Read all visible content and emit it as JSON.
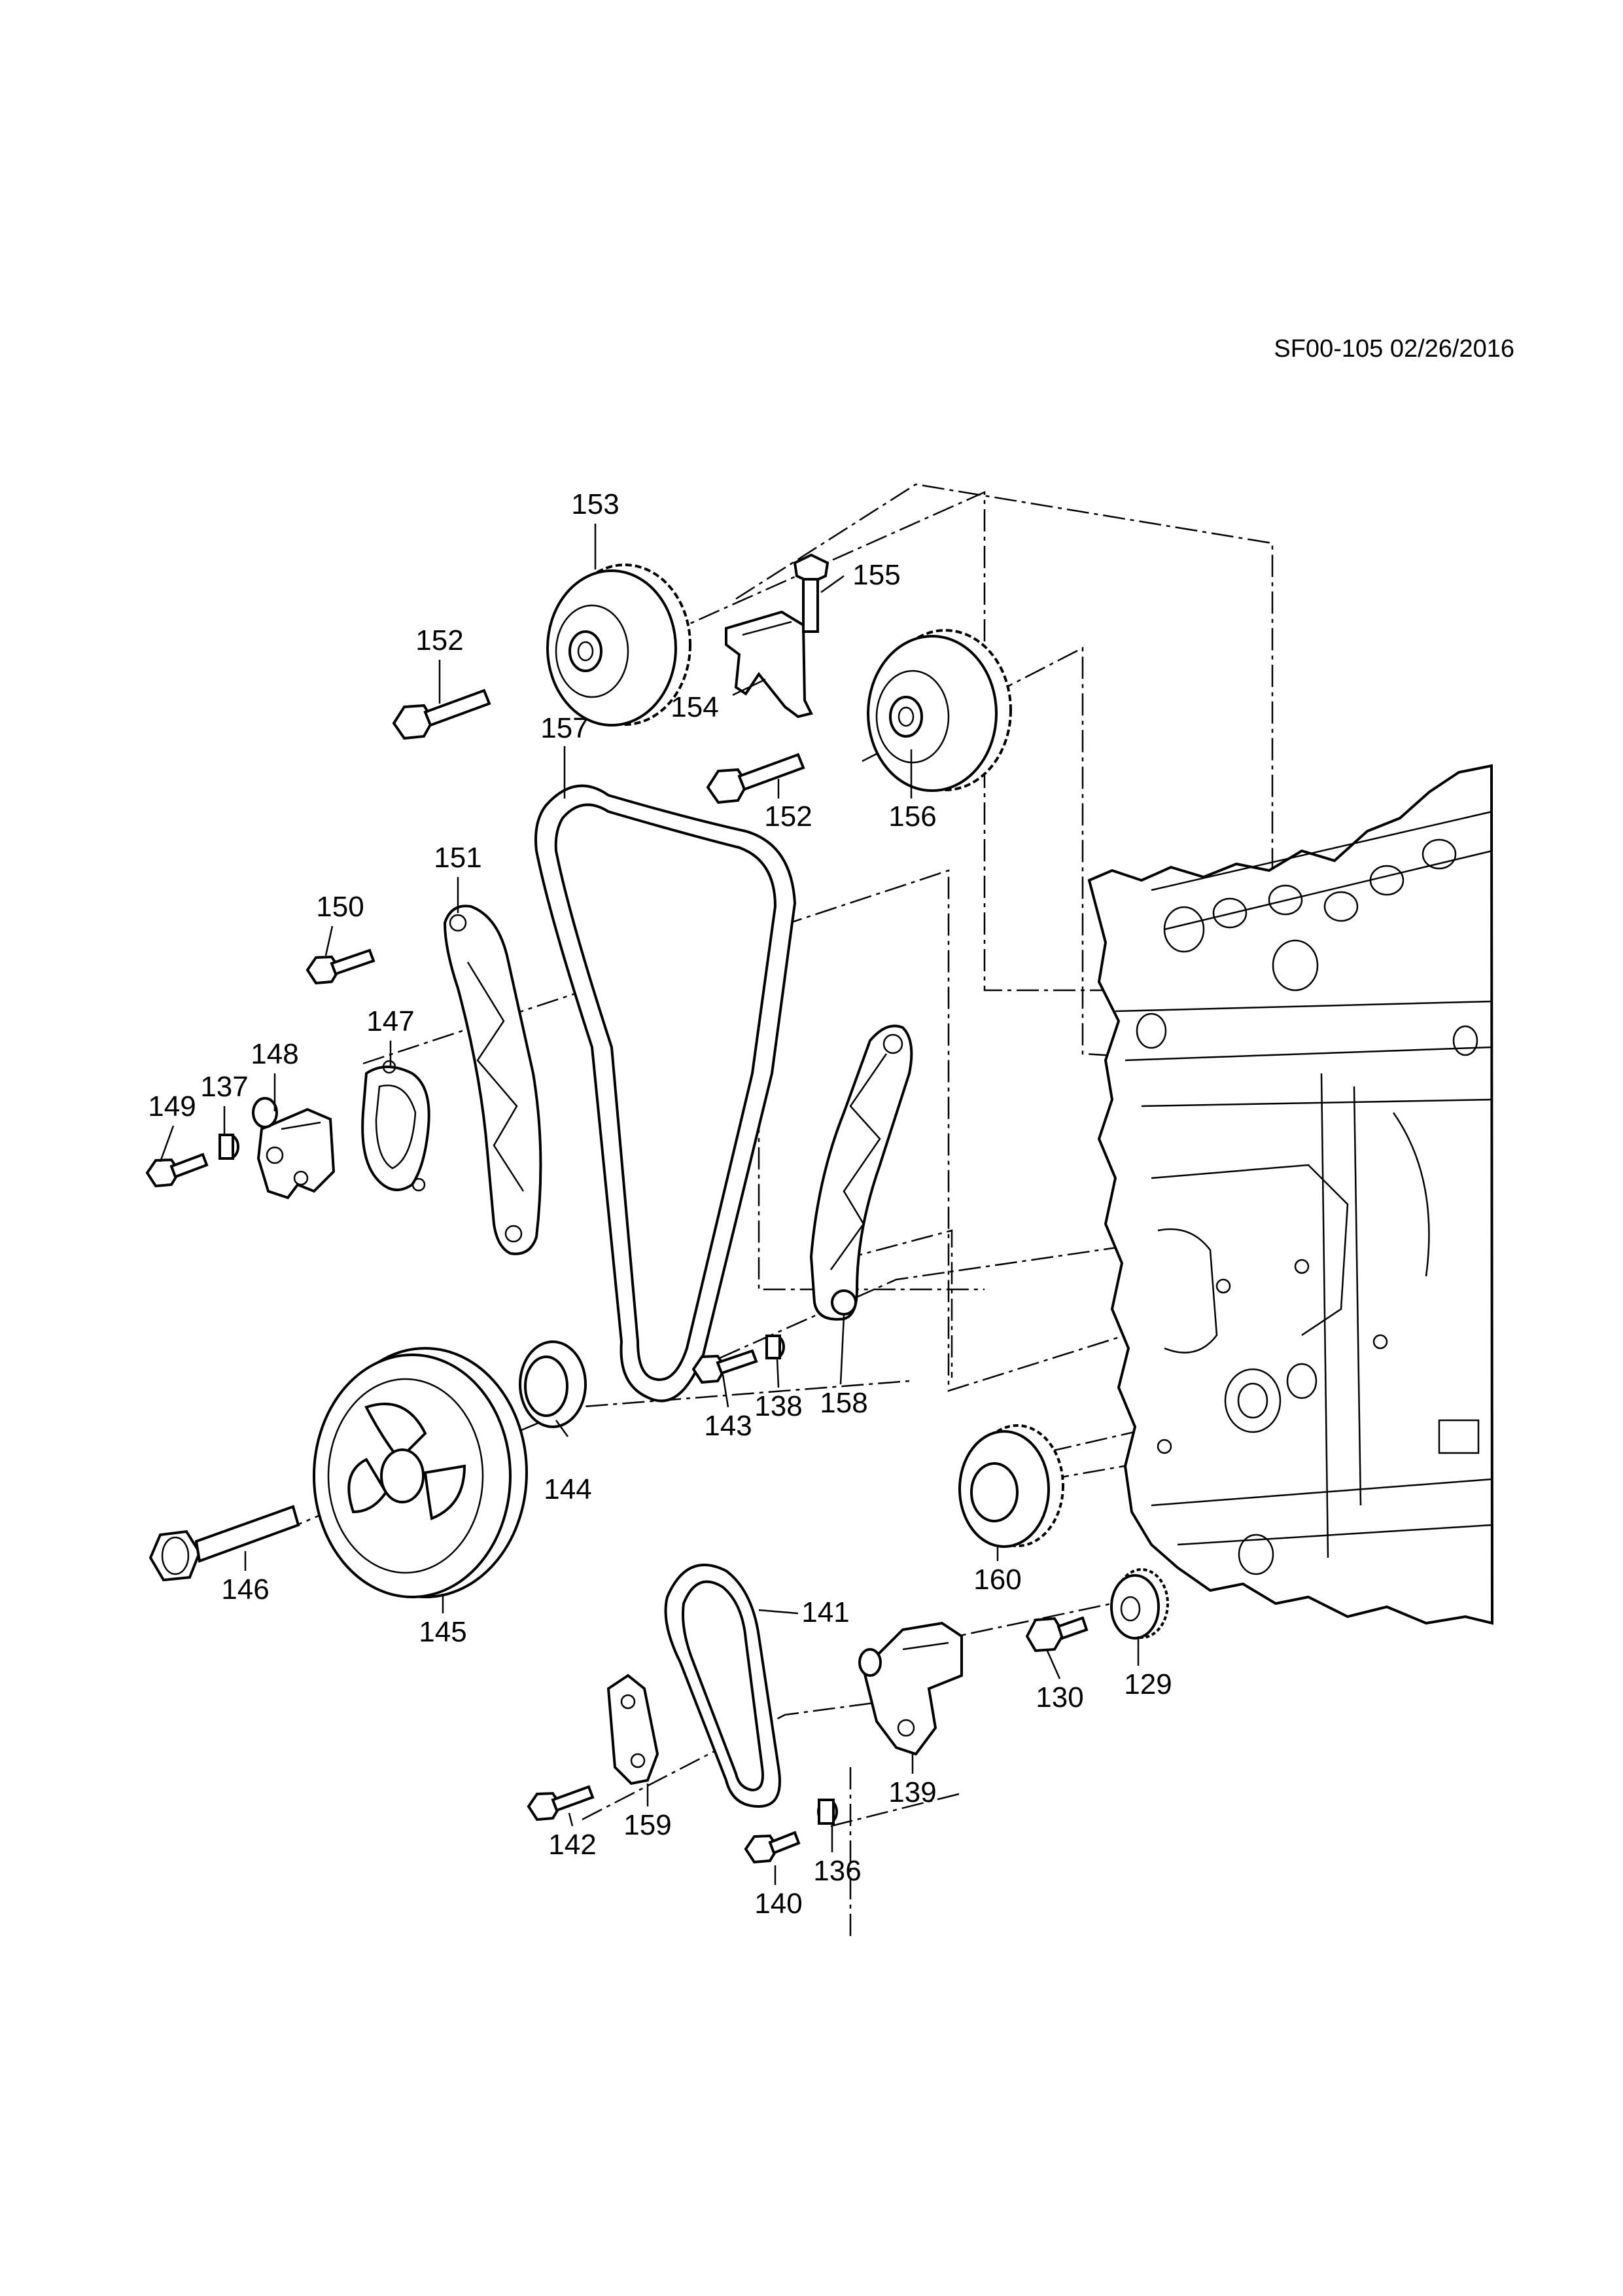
{
  "reference": "SF00-105 02/26/2016",
  "callouts": [
    "153",
    "155",
    "152",
    "154",
    "157",
    "152",
    "156",
    "151",
    "150",
    "147",
    "148",
    "137",
    "149",
    "143",
    "138",
    "158",
    "144",
    "146",
    "145",
    "160",
    "141",
    "130",
    "129",
    "139",
    "142",
    "159",
    "140",
    "136"
  ],
  "icons": [
    "camshaft-sprocket",
    "bolt",
    "chain-guide",
    "timing-chain",
    "chain-tensioner",
    "gasket",
    "crankshaft-pulley",
    "seal",
    "crankshaft-sprocket",
    "oil-pump-chain",
    "gear",
    "engine-block"
  ]
}
